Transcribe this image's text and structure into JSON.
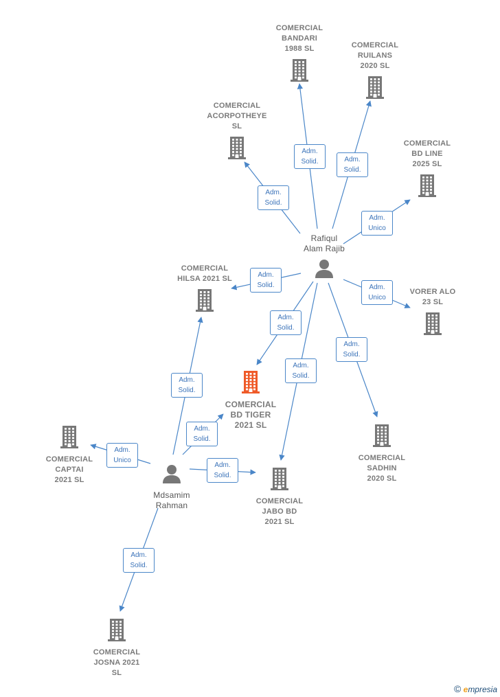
{
  "colors": {
    "building": "#777777",
    "focus_building": "#ef5a28",
    "person": "#777777",
    "edge": "#4a86c8"
  },
  "nodes": {
    "bandari": {
      "kind": "company",
      "label": "COMERCIAL\nBANDARI\n1988  SL",
      "icon": "building-icon"
    },
    "ruilans": {
      "kind": "company",
      "label": "COMERCIAL\nRUILANS\n2020  SL",
      "icon": "building-icon"
    },
    "acorpotheye": {
      "kind": "company",
      "label": "COMERCIAL\nACORPOTHEYE\nSL",
      "icon": "building-icon"
    },
    "bdline": {
      "kind": "company",
      "label": "COMERCIAL\nBD LINE\n2025  SL",
      "icon": "building-icon"
    },
    "rafiqul": {
      "kind": "person",
      "label": "Rafiqul\nAlam Rajib",
      "icon": "person-icon"
    },
    "hilsa": {
      "kind": "company",
      "label": "COMERCIAL\nHILSA 2021  SL",
      "icon": "building-icon"
    },
    "vorer": {
      "kind": "company",
      "label": "VORER ALO\n23  SL",
      "icon": "building-icon"
    },
    "bdtiger": {
      "kind": "focus",
      "label": "COMERCIAL\nBD TIGER\n2021  SL",
      "icon": "building-icon"
    },
    "captai": {
      "kind": "company",
      "label": "COMERCIAL\nCAPTAI\n2021  SL",
      "icon": "building-icon"
    },
    "mdsamim": {
      "kind": "person",
      "label": "Mdsamim\nRahman",
      "icon": "person-icon"
    },
    "jabo": {
      "kind": "company",
      "label": "COMERCIAL\nJABO BD\n2021  SL",
      "icon": "building-icon"
    },
    "sadhin": {
      "kind": "company",
      "label": "COMERCIAL\nSADHIN\n2020  SL",
      "icon": "building-icon"
    },
    "josna": {
      "kind": "company",
      "label": "COMERCIAL\nJOSNA 2021\nSL",
      "icon": "building-icon"
    }
  },
  "edges": [
    {
      "from": "rafiqul",
      "to": "bandari",
      "label": "Adm.\nSolid."
    },
    {
      "from": "rafiqul",
      "to": "ruilans",
      "label": "Adm.\nSolid."
    },
    {
      "from": "rafiqul",
      "to": "acorpotheye",
      "label": "Adm.\nSolid."
    },
    {
      "from": "rafiqul",
      "to": "bdline",
      "label": "Adm.\nUnico"
    },
    {
      "from": "rafiqul",
      "to": "hilsa",
      "label": "Adm.\nSolid."
    },
    {
      "from": "rafiqul",
      "to": "vorer",
      "label": "Adm.\nUnico"
    },
    {
      "from": "rafiqul",
      "to": "bdtiger",
      "label": "Adm.\nSolid."
    },
    {
      "from": "rafiqul",
      "to": "jabo",
      "label": "Adm.\nSolid."
    },
    {
      "from": "rafiqul",
      "to": "sadhin",
      "label": "Adm.\nSolid."
    },
    {
      "from": "mdsamim",
      "to": "hilsa",
      "label": "Adm.\nSolid."
    },
    {
      "from": "mdsamim",
      "to": "bdtiger",
      "label": "Adm.\nSolid."
    },
    {
      "from": "mdsamim",
      "to": "captai",
      "label": "Adm.\nUnico"
    },
    {
      "from": "mdsamim",
      "to": "jabo",
      "label": "Adm.\nSolid."
    },
    {
      "from": "mdsamim",
      "to": "josna",
      "label": "Adm.\nSolid."
    }
  ],
  "footer": {
    "copyright": "©",
    "brand_initial": "e",
    "brand_rest": "mpresia"
  }
}
